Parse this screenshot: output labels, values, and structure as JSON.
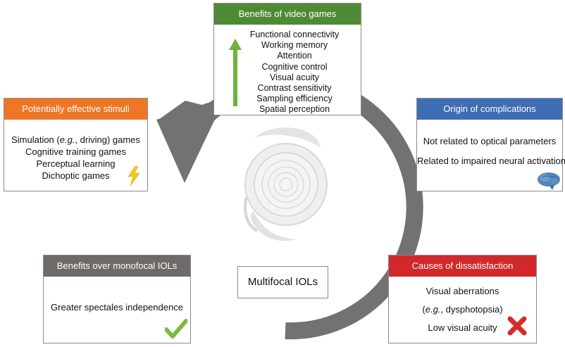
{
  "colors": {
    "games": "#4e8a35",
    "stimuli": "#ee7627",
    "origin": "#3e6db3",
    "mono": "#6f6a67",
    "causes": "#d0282b",
    "cycle_arrow": "#727272",
    "up_arrow": "#6fb33a"
  },
  "center_label": "Multifocal IOLs",
  "boxes": {
    "games": {
      "title": "Benefits of video games",
      "items": [
        "Functional connectivity",
        "Working memory",
        "Attention",
        "Cognitive control",
        "Visual acuity",
        "Contrast sensitivity",
        "Sampling efficiency",
        "Spatial perception"
      ],
      "icon": "green-up-arrow-icon"
    },
    "stimuli": {
      "title": "Potentially effective stimuli",
      "items": [
        "Simulation (e.g., driving) games",
        "Cognitive training games",
        "Perceptual learning",
        "Dichoptic games"
      ],
      "icon": "lightning-bolt-icon"
    },
    "origin": {
      "title": "Origin of complications",
      "items": [
        "Not related to optical parameters",
        "Related to impaired neural activation"
      ],
      "icon": "brain-icon"
    },
    "mono": {
      "title": "Benefits over monofocal IOLs",
      "items": [
        "Greater spectales independence"
      ],
      "icon": "checkmark-icon"
    },
    "causes": {
      "title": "Causes of dissatisfaction",
      "items": [
        "Visual aberrations",
        "(e.g., dysphotopsia)",
        "Low visual acuity"
      ],
      "icon": "red-x-icon"
    }
  },
  "illustration": "multifocal-iol-lens-icon"
}
